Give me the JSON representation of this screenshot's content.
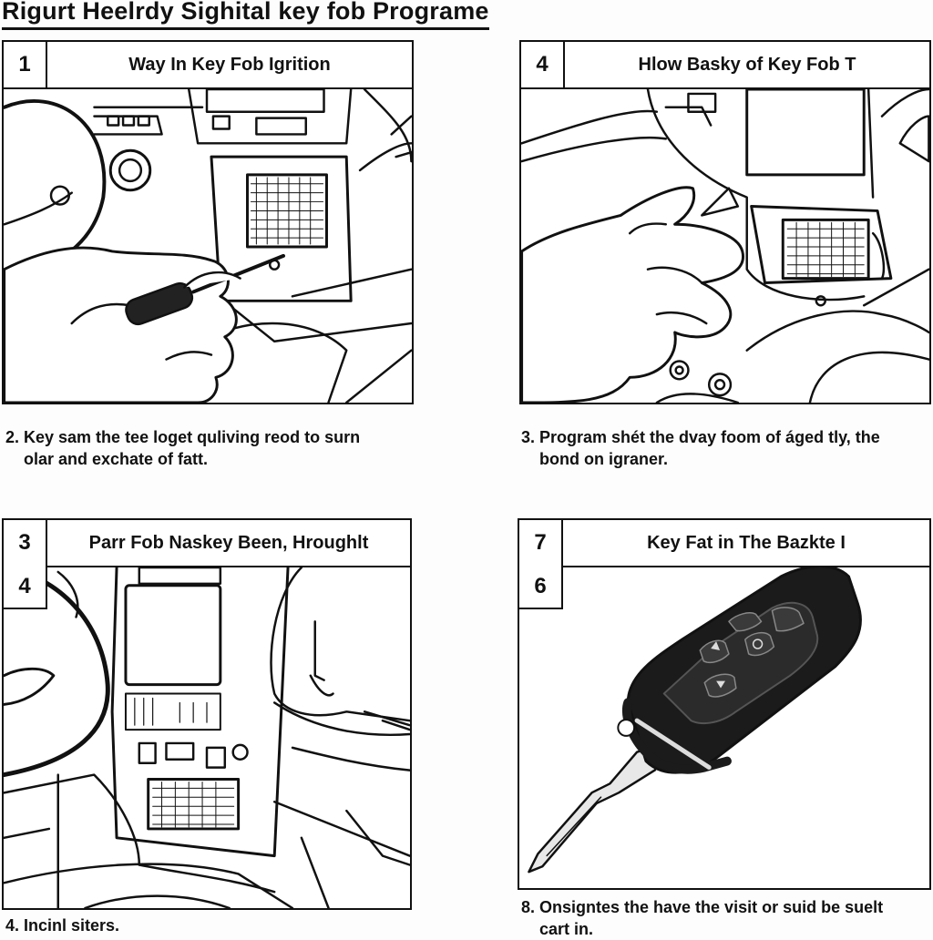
{
  "title": "Rigurt  Heelrdy  Sighital key  fob  Programe",
  "panels": [
    {
      "number": "1",
      "heading": "Way In Key Fob Igrition",
      "caption_line1": "2. Key sam the tee loget quliving reod to surn",
      "caption_line2": "olar and exchate of fatt."
    },
    {
      "number": "4",
      "heading": "Hlow Basky of Key Fob T",
      "caption_line1": "3. Program shét the dvay foom of áged tly, the",
      "caption_line2": "bond on igraner."
    },
    {
      "number": "3",
      "number2": "4",
      "heading": "Parr Fob Naskey Been, Hroughlt",
      "caption_line1": "4. Incinl siters."
    },
    {
      "number": "7",
      "number2": "6",
      "heading": "Key Fat in The Bazkte I",
      "caption_line1": "8. Onsigntes the have the visit or suid be suelt",
      "caption_line2": "cart in."
    }
  ]
}
